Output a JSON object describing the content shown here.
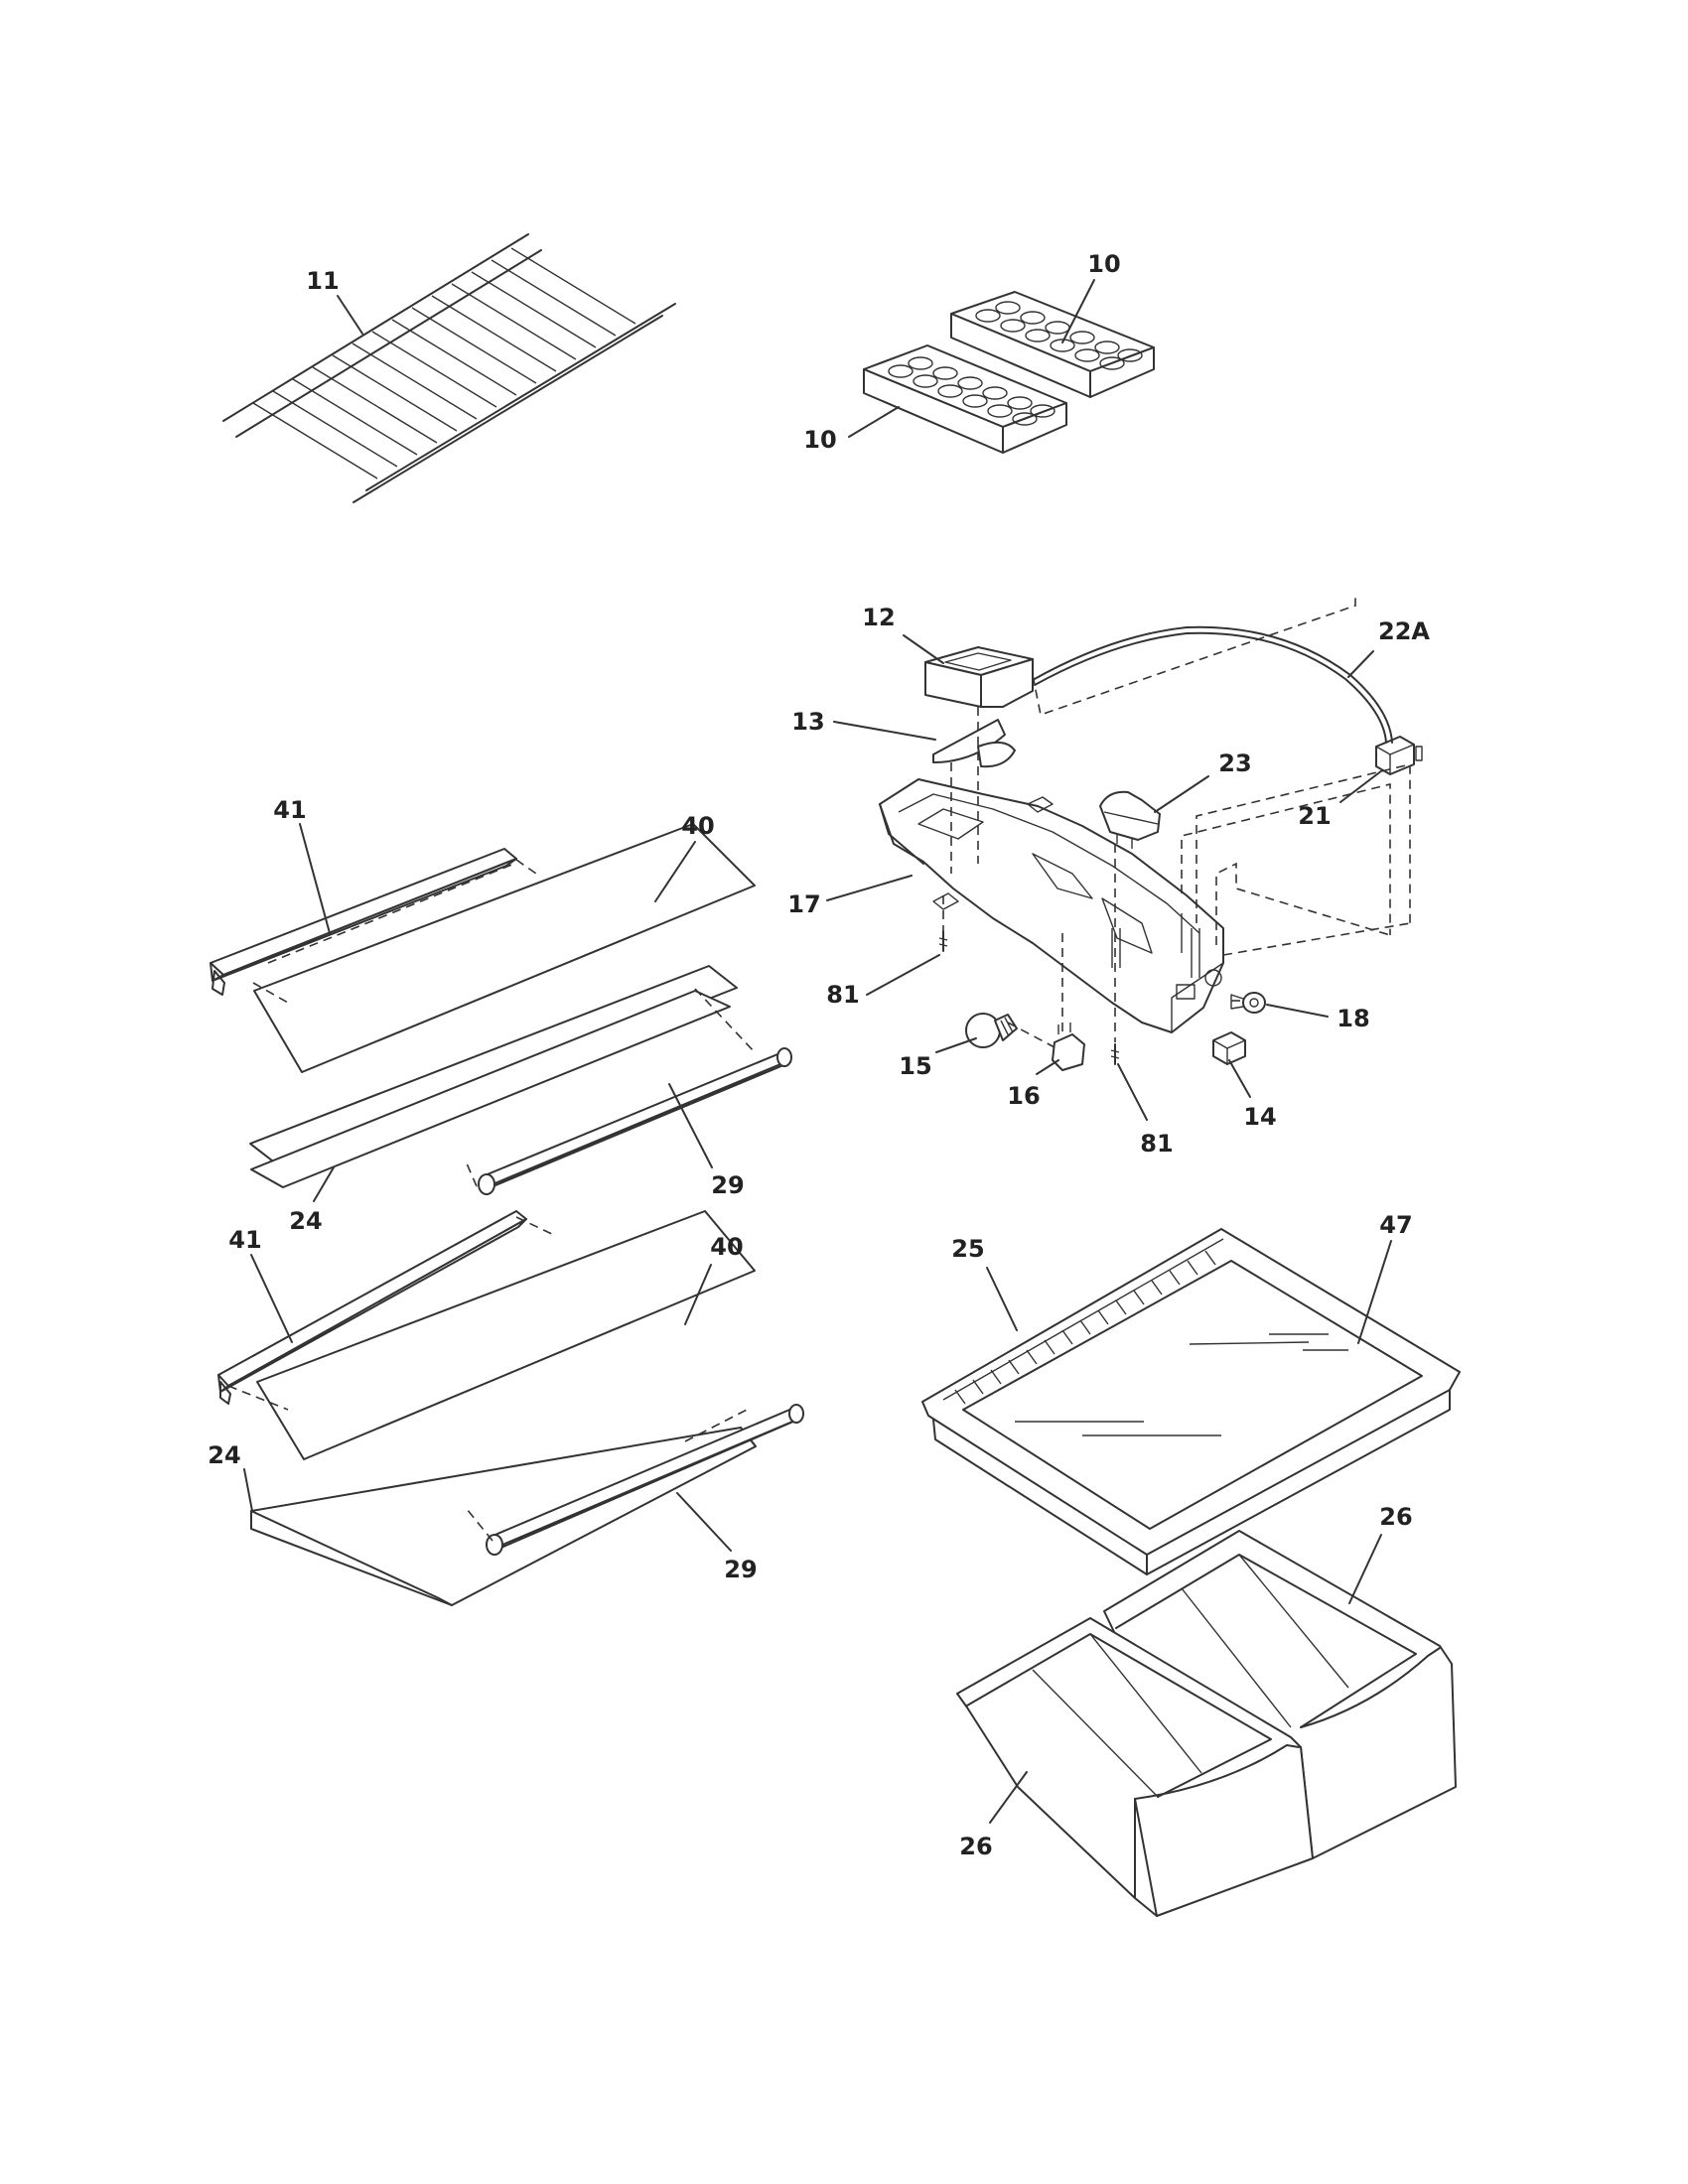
{
  "callouts": [
    {
      "id": "c11",
      "text": "11"
    },
    {
      "id": "c10a",
      "text": "10"
    },
    {
      "id": "c10b",
      "text": "10"
    },
    {
      "id": "c12",
      "text": "12"
    },
    {
      "id": "c22A",
      "text": "22A"
    },
    {
      "id": "c13",
      "text": "13"
    },
    {
      "id": "c23",
      "text": "23"
    },
    {
      "id": "c21",
      "text": "21"
    },
    {
      "id": "c17",
      "text": "17"
    },
    {
      "id": "c81a",
      "text": "81"
    },
    {
      "id": "c18",
      "text": "18"
    },
    {
      "id": "c15",
      "text": "15"
    },
    {
      "id": "c16",
      "text": "16"
    },
    {
      "id": "c81b",
      "text": "81"
    },
    {
      "id": "c14",
      "text": "14"
    },
    {
      "id": "c41a",
      "text": "41"
    },
    {
      "id": "c40a",
      "text": "40"
    },
    {
      "id": "c29a",
      "text": "29"
    },
    {
      "id": "c24a",
      "text": "24"
    },
    {
      "id": "c41b",
      "text": "41"
    },
    {
      "id": "c40b",
      "text": "40"
    },
    {
      "id": "c24b",
      "text": "24"
    },
    {
      "id": "c29b",
      "text": "29"
    },
    {
      "id": "c25",
      "text": "25"
    },
    {
      "id": "c47",
      "text": "47"
    },
    {
      "id": "c26a",
      "text": "26"
    },
    {
      "id": "c26b",
      "text": "26"
    }
  ]
}
